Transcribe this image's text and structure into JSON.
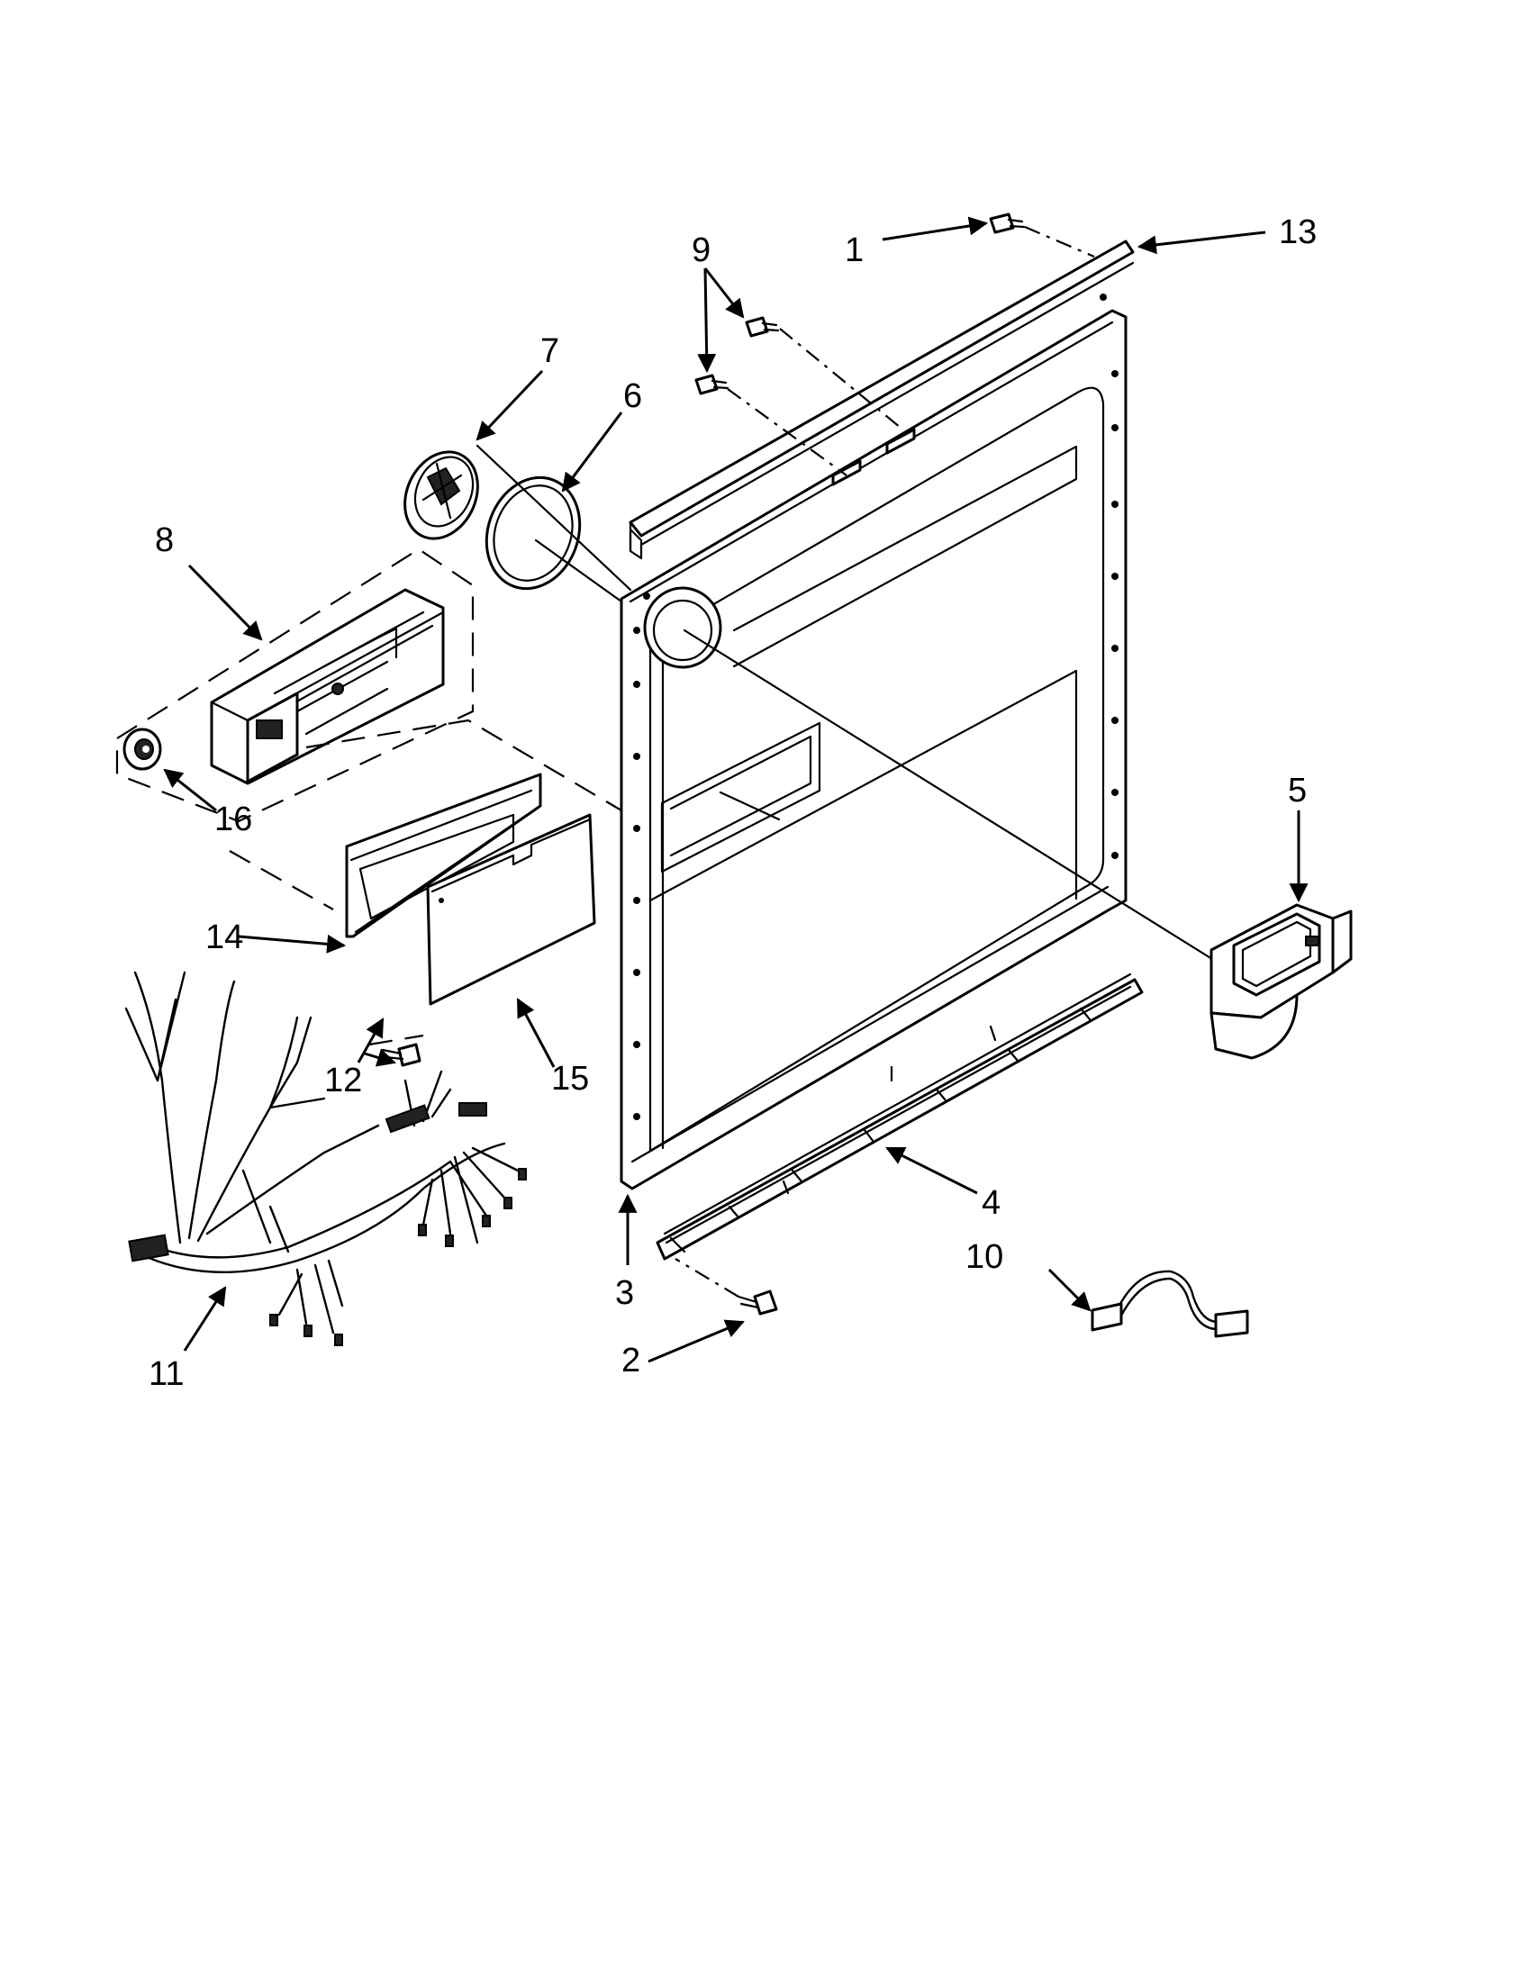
{
  "diagram": {
    "callouts": [
      {
        "id": "c1",
        "label": "1"
      },
      {
        "id": "c2",
        "label": "2"
      },
      {
        "id": "c3",
        "label": "3"
      },
      {
        "id": "c4",
        "label": "4"
      },
      {
        "id": "c5",
        "label": "5"
      },
      {
        "id": "c6",
        "label": "6"
      },
      {
        "id": "c7",
        "label": "7"
      },
      {
        "id": "c8",
        "label": "8"
      },
      {
        "id": "c9",
        "label": "9"
      },
      {
        "id": "c10",
        "label": "10"
      },
      {
        "id": "c11",
        "label": "11"
      },
      {
        "id": "c12",
        "label": "12"
      },
      {
        "id": "c13",
        "label": "13"
      },
      {
        "id": "c14",
        "label": "14"
      },
      {
        "id": "c15",
        "label": "15"
      },
      {
        "id": "c16",
        "label": "16"
      }
    ],
    "colors": {
      "ink": "#000000",
      "paper": "#ffffff"
    }
  }
}
